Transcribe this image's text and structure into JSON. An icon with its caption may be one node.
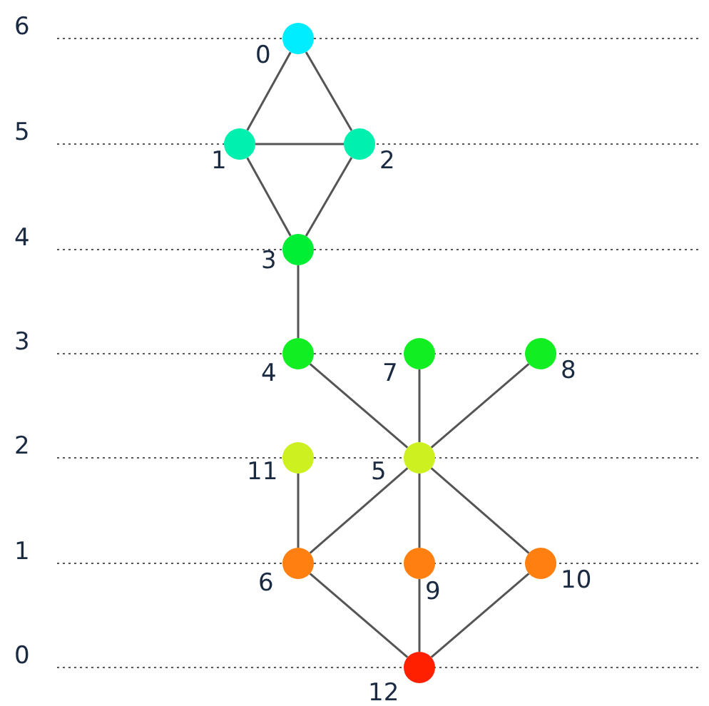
{
  "diagram": {
    "nodes": [
      {
        "text": [],
        "shape": "circle",
        "beside": [
          "0"
        ]
      },
      {
        "text": [],
        "shape": "circle",
        "beside": [
          "1"
        ]
      },
      {
        "text": [],
        "shape": "circle",
        "beside": [
          "2"
        ]
      },
      {
        "text": [],
        "shape": "circle",
        "beside": [
          "3"
        ]
      },
      {
        "text": [],
        "shape": "circle",
        "beside": [
          "4"
        ]
      },
      {
        "text": [],
        "shape": "circle",
        "beside": [
          "5"
        ]
      },
      {
        "text": [],
        "shape": "circle",
        "beside": [
          "6"
        ]
      },
      {
        "text": [],
        "shape": "circle",
        "beside": [
          "7"
        ]
      },
      {
        "text": [],
        "shape": "circle",
        "beside": [
          "8"
        ]
      },
      {
        "text": [],
        "shape": "circle",
        "beside": [
          "9"
        ]
      },
      {
        "text": [],
        "shape": "circle",
        "beside": [
          "10"
        ]
      },
      {
        "text": [],
        "shape": "circle",
        "beside": [
          "11"
        ]
      },
      {
        "text": [],
        "shape": "circle",
        "beside": [
          "12"
        ]
      }
    ],
    "edges": [
      {
        "from": 0,
        "to": 1,
        "arrow": "none"
      },
      {
        "from": 0,
        "to": 2,
        "arrow": "none"
      },
      {
        "from": 1,
        "to": 2,
        "arrow": "none"
      },
      {
        "from": 1,
        "to": 3,
        "arrow": "none"
      },
      {
        "from": 2,
        "to": 3,
        "arrow": "none"
      },
      {
        "from": 3,
        "to": 4,
        "arrow": "none"
      },
      {
        "from": 4,
        "to": 5,
        "arrow": "none"
      },
      {
        "from": 7,
        "to": 5,
        "arrow": "none"
      },
      {
        "from": 8,
        "to": 5,
        "arrow": "none"
      },
      {
        "from": 11,
        "to": 6,
        "arrow": "none"
      },
      {
        "from": 5,
        "to": 6,
        "arrow": "none"
      },
      {
        "from": 5,
        "to": 9,
        "arrow": "none"
      },
      {
        "from": 5,
        "to": 10,
        "arrow": "none"
      },
      {
        "from": 6,
        "to": 12,
        "arrow": "none"
      },
      {
        "from": 9,
        "to": 12,
        "arrow": "none"
      },
      {
        "from": 10,
        "to": 12,
        "arrow": "none"
      }
    ],
    "labels": [
      "6",
      "5",
      "4",
      "3",
      "2",
      "1",
      "0"
    ]
  }
}
